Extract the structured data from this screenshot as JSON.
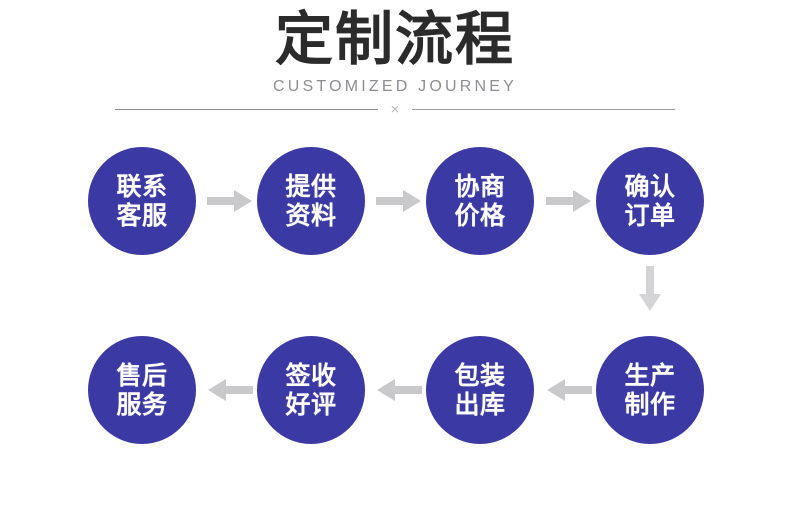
{
  "header": {
    "title": "定制流程",
    "subtitle": "CUSTOMIZED JOURNEY",
    "divider_mark": "×"
  },
  "colors": {
    "node_fill": "#3b39a3",
    "node_text": "#ffffff",
    "arrow": "#c9c9cb",
    "title_text": "#2b2b2b",
    "subtitle_text": "#8d8d95",
    "divider_line": "#8d8d93",
    "background": "#ffffff"
  },
  "flow": {
    "rows": [
      {
        "direction": "left-to-right",
        "nodes": [
          {
            "index": 1,
            "line1": "联系",
            "line2": "客服",
            "label": "联系客服"
          },
          {
            "index": 2,
            "line1": "提供",
            "line2": "资料",
            "label": "提供资料"
          },
          {
            "index": 3,
            "line1": "协商",
            "line2": "价格",
            "label": "协商价格"
          },
          {
            "index": 4,
            "line1": "确认",
            "line2": "订单",
            "label": "确认订单"
          }
        ]
      },
      {
        "direction": "right-to-left",
        "nodes": [
          {
            "index": 5,
            "line1": "生产",
            "line2": "制作",
            "label": "生产制作"
          },
          {
            "index": 6,
            "line1": "包装",
            "line2": "出库",
            "label": "包装出库"
          },
          {
            "index": 7,
            "line1": "签收",
            "line2": "好评",
            "label": "签收好评"
          },
          {
            "index": 8,
            "line1": "售后",
            "line2": "服务",
            "label": "售后服务"
          }
        ]
      }
    ],
    "connectors": [
      {
        "id": "c1",
        "icon": "arrow-right-icon",
        "from": "联系客服",
        "to": "提供资料"
      },
      {
        "id": "c2",
        "icon": "arrow-right-icon",
        "from": "提供资料",
        "to": "协商价格"
      },
      {
        "id": "c3",
        "icon": "arrow-right-icon",
        "from": "协商价格",
        "to": "确认订单"
      },
      {
        "id": "c4",
        "icon": "arrow-down-icon",
        "from": "确认订单",
        "to": "生产制作"
      },
      {
        "id": "c5",
        "icon": "arrow-left-icon",
        "from": "生产制作",
        "to": "包装出库"
      },
      {
        "id": "c6",
        "icon": "arrow-left-icon",
        "from": "包装出库",
        "to": "签收好评"
      },
      {
        "id": "c7",
        "icon": "arrow-left-icon",
        "from": "签收好评",
        "to": "售后服务"
      }
    ]
  }
}
